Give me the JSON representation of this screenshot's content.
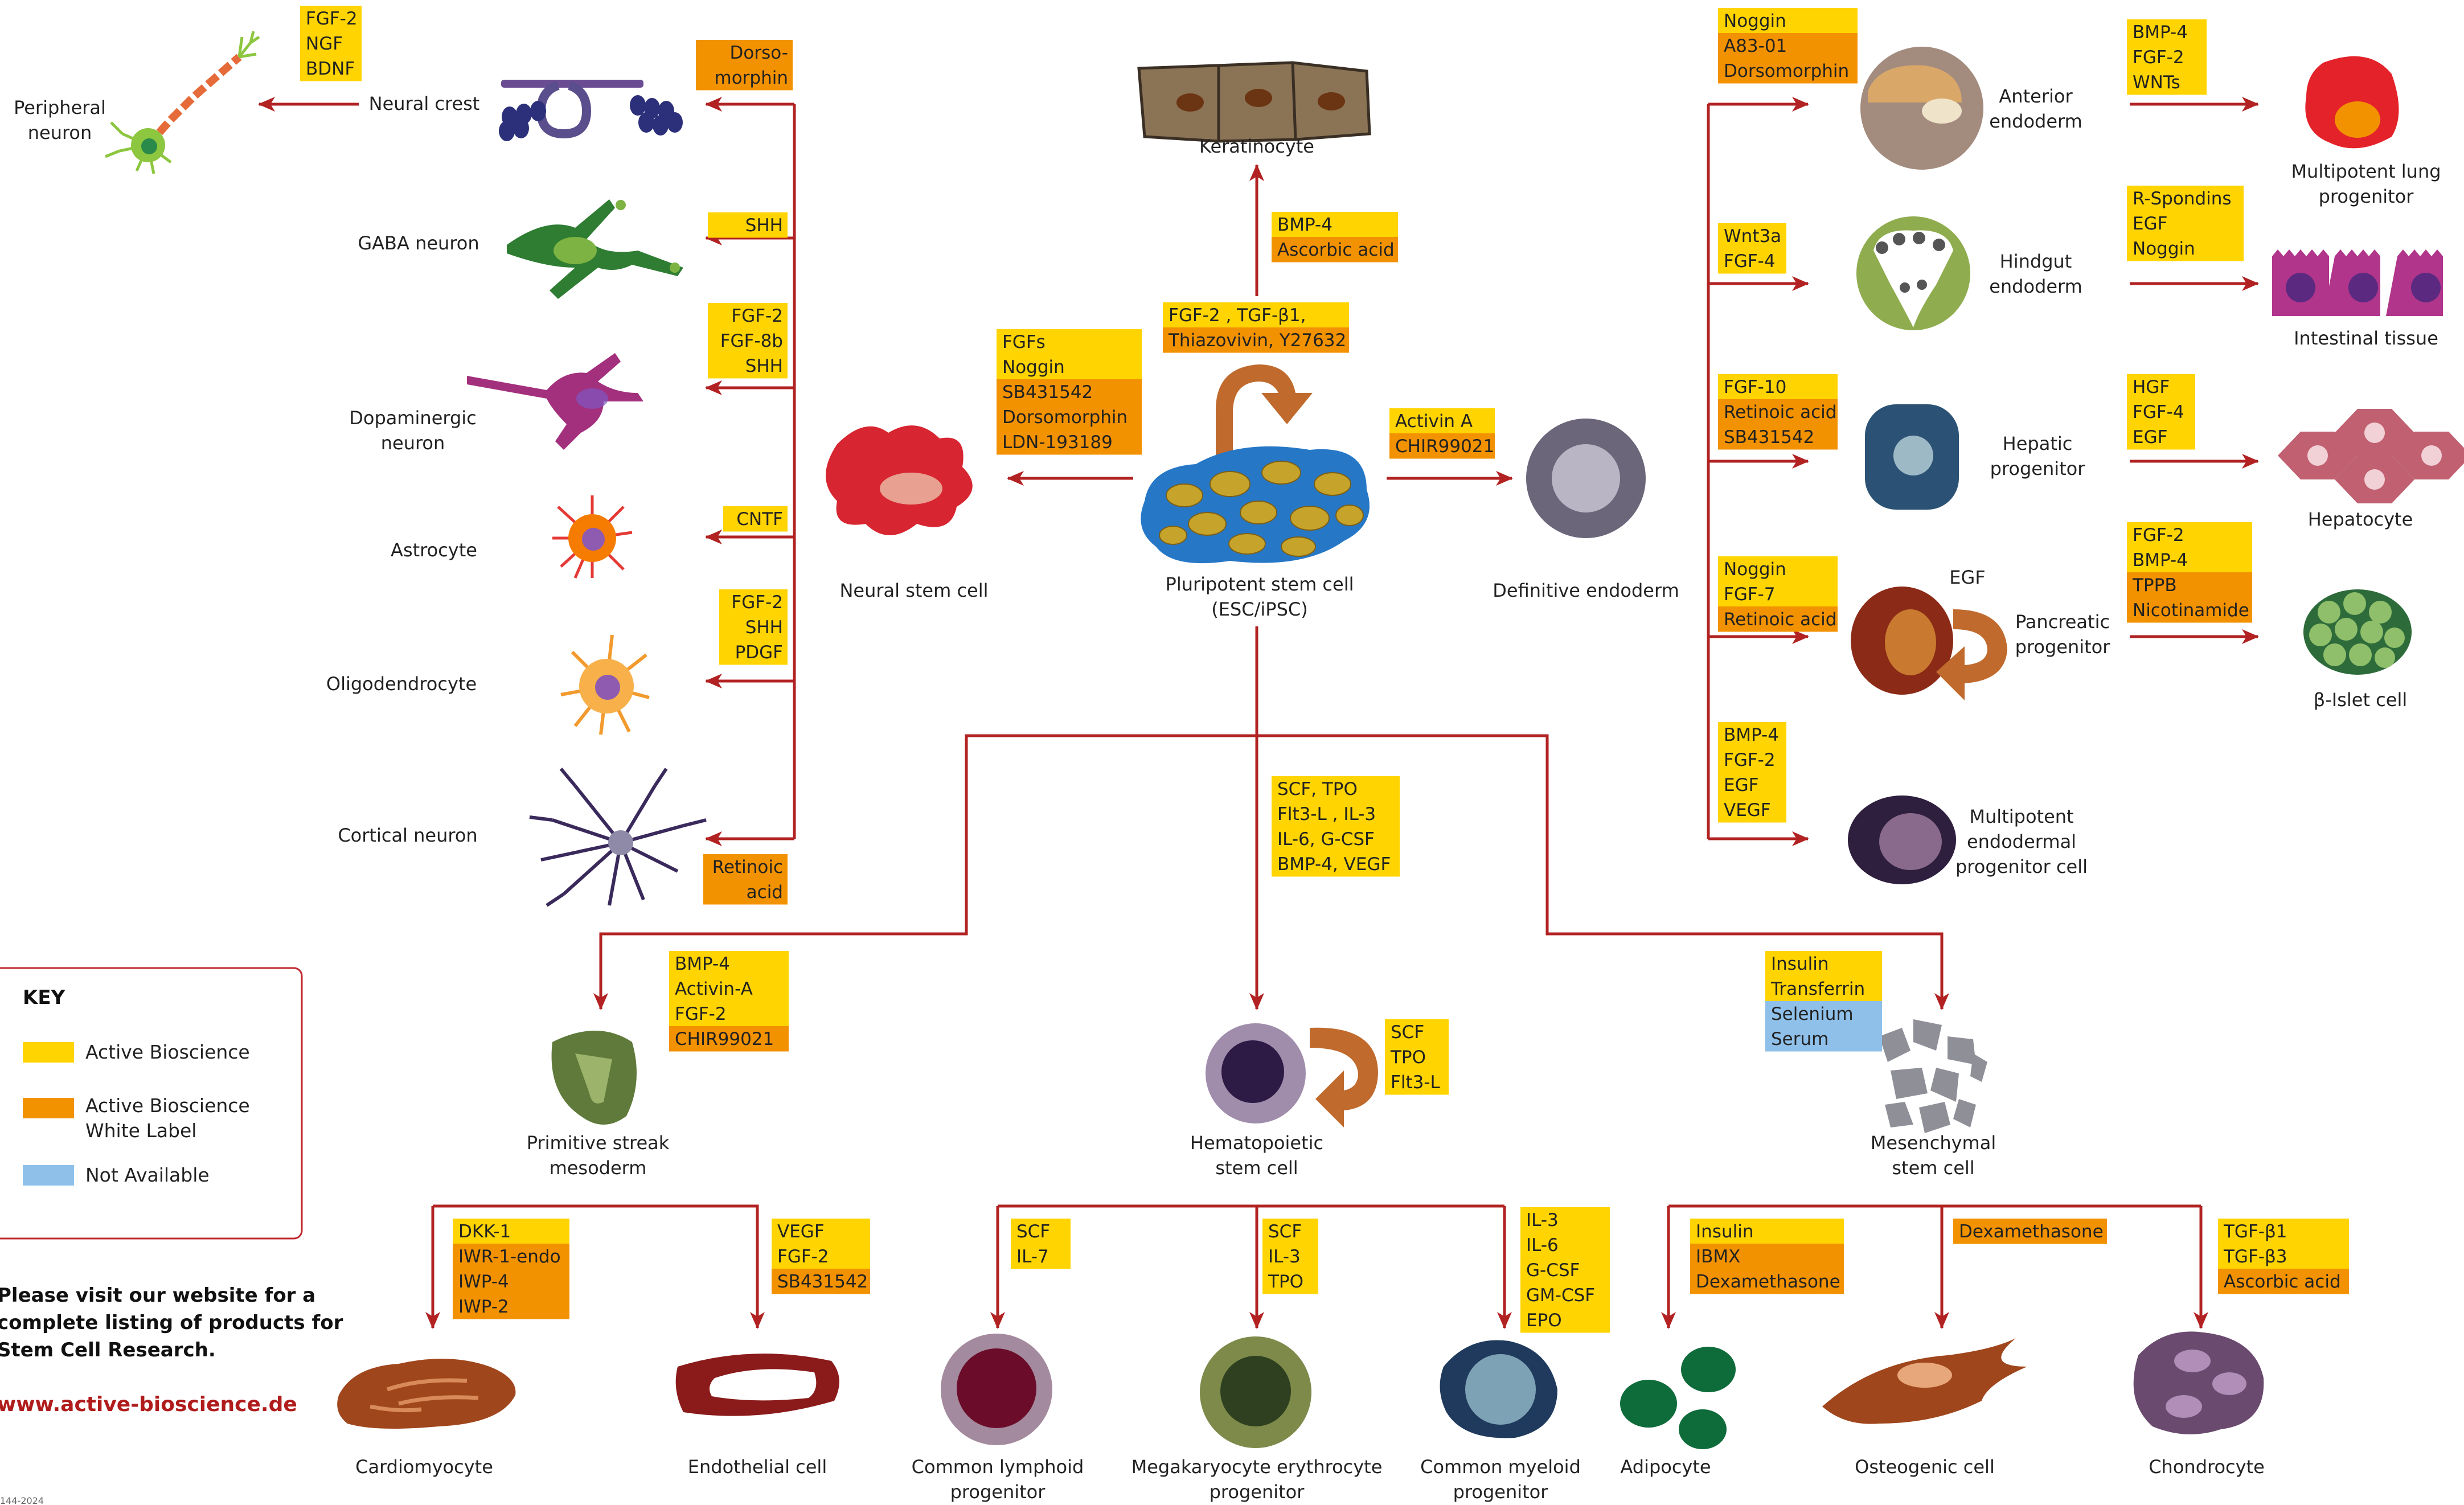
{
  "colors": {
    "arrow": "#b22222",
    "active": "#ffd400",
    "white_label": "#f39200",
    "not_available": "#8ec0ea"
  },
  "key": {
    "title": "KEY",
    "active": "Active Bioscience",
    "white_label_1": "Active Bioscience",
    "white_label_2": "White Label",
    "not_available": "Not Available"
  },
  "footer": {
    "line1": "Please visit our website for a",
    "line2": "complete listing of products for",
    "line3": "Stem Cell Research.",
    "url": "www.active-bioscience.de",
    "code": "144-2024"
  },
  "cells": {
    "peripheral_neuron": [
      "Peripheral",
      "neuron"
    ],
    "neural_crest": [
      "Neural crest"
    ],
    "gaba_neuron": [
      "GABA neuron"
    ],
    "dopaminergic_neuron": [
      "Dopaminergic",
      "neuron"
    ],
    "astrocyte": [
      "Astrocyte"
    ],
    "oligodendrocyte": [
      "Oligodendrocyte"
    ],
    "cortical_neuron": [
      "Cortical neuron"
    ],
    "neural_stem_cell": [
      "Neural stem cell"
    ],
    "keratinocyte": [
      "Keratinocyte"
    ],
    "pluripotent": [
      "Pluripotent stem cell",
      "(ESC/iPSC)"
    ],
    "definitive_endoderm": [
      "Definitive endoderm"
    ],
    "anterior_endoderm": [
      "Anterior",
      "endoderm"
    ],
    "hindgut_endoderm": [
      "Hindgut",
      "endoderm"
    ],
    "hepatic_progenitor": [
      "Hepatic",
      "progenitor"
    ],
    "pancreatic_progenitor": [
      "Pancreatic",
      "progenitor"
    ],
    "multipotent_endodermal": [
      "Multipotent",
      "endodermal",
      "progenitor cell"
    ],
    "lung_progenitor": [
      "Multipotent lung",
      "progenitor"
    ],
    "intestinal_tissue": [
      "Intestinal tissue"
    ],
    "hepatocyte": [
      "Hepatocyte"
    ],
    "beta_islet": [
      "β-Islet cell"
    ],
    "primitive_streak": [
      "Primitive streak",
      "mesoderm"
    ],
    "hematopoietic": [
      "Hematopoietic",
      "stem cell"
    ],
    "mesenchymal": [
      "Mesenchymal",
      "stem cell"
    ],
    "cardiomyocyte": [
      "Cardiomyocyte"
    ],
    "endothelial": [
      "Endothelial cell"
    ],
    "common_lymphoid": [
      "Common lymphoid",
      "progenitor"
    ],
    "mega_erythrocyte": [
      "Megakaryocyte erythrocyte",
      "progenitor"
    ],
    "common_myeloid": [
      "Common myeloid",
      "progenitor"
    ],
    "adipocyte": [
      "Adipocyte"
    ],
    "osteogenic": [
      "Osteogenic cell"
    ],
    "chondrocyte": [
      "Chondrocyte"
    ],
    "egf_label": [
      "EGF"
    ]
  },
  "reagents": {
    "peripheral": [
      [
        "FGF-2",
        "active"
      ],
      [
        "NGF",
        "active"
      ],
      [
        "BDNF",
        "active"
      ]
    ],
    "neural_crest": [
      [
        "Dorso-",
        "white_label"
      ],
      [
        "morphin",
        "white_label"
      ]
    ],
    "gaba": [
      [
        "SHH",
        "active"
      ]
    ],
    "dopaminergic": [
      [
        "FGF-2",
        "active"
      ],
      [
        "FGF-8b",
        "active"
      ],
      [
        "SHH",
        "active"
      ]
    ],
    "astrocyte": [
      [
        "CNTF",
        "active"
      ]
    ],
    "oligodendrocyte": [
      [
        "FGF-2",
        "active"
      ],
      [
        "SHH",
        "active"
      ],
      [
        "PDGF",
        "active"
      ]
    ],
    "cortical": [
      [
        "Retinoic",
        "white_label"
      ],
      [
        "acid",
        "white_label"
      ]
    ],
    "neural_stem": [
      [
        "FGFs",
        "active"
      ],
      [
        "Noggin",
        "active"
      ],
      [
        "SB431542",
        "white_label"
      ],
      [
        "Dorsomorphin",
        "white_label"
      ],
      [
        "LDN-193189",
        "white_label"
      ]
    ],
    "keratinocyte": [
      [
        "BMP-4",
        "active"
      ],
      [
        "Ascorbic acid",
        "white_label"
      ]
    ],
    "pluripotent": [
      [
        "FGF-2 , TGF-β1,",
        "active"
      ],
      [
        "Thiazovivin, Y27632",
        "white_label"
      ]
    ],
    "definitive": [
      [
        "Activin A",
        "active"
      ],
      [
        "CHIR99021",
        "white_label"
      ]
    ],
    "anterior": [
      [
        "Noggin",
        "active"
      ],
      [
        "A83-01",
        "white_label"
      ],
      [
        "Dorsomorphin",
        "white_label"
      ]
    ],
    "hindgut": [
      [
        "Wnt3a",
        "active"
      ],
      [
        "FGF-4",
        "active"
      ]
    ],
    "hepatic": [
      [
        "FGF-10",
        "active"
      ],
      [
        "Retinoic acid",
        "white_label"
      ],
      [
        "SB431542",
        "white_label"
      ]
    ],
    "pancreatic": [
      [
        "Noggin",
        "active"
      ],
      [
        "FGF-7",
        "active"
      ],
      [
        "Retinoic acid",
        "white_label"
      ]
    ],
    "multipotent_endo": [
      [
        "BMP-4",
        "active"
      ],
      [
        "FGF-2",
        "active"
      ],
      [
        "EGF",
        "active"
      ],
      [
        "VEGF",
        "active"
      ]
    ],
    "lung": [
      [
        "BMP-4",
        "active"
      ],
      [
        "FGF-2",
        "active"
      ],
      [
        "WNTs",
        "active"
      ]
    ],
    "intestinal": [
      [
        "R-Spondins",
        "active"
      ],
      [
        "EGF",
        "active"
      ],
      [
        "Noggin",
        "active"
      ]
    ],
    "hepatocyte": [
      [
        "HGF",
        "active"
      ],
      [
        "FGF-4",
        "active"
      ],
      [
        "EGF",
        "active"
      ]
    ],
    "beta": [
      [
        "FGF-2",
        "active"
      ],
      [
        "BMP-4",
        "active"
      ],
      [
        "TPPB",
        "white_label"
      ],
      [
        "Nicotinamide",
        "white_label"
      ]
    ],
    "hema_down": [
      [
        "SCF, TPO",
        "active"
      ],
      [
        "Flt3-L , IL-3",
        "active"
      ],
      [
        "IL-6, G-CSF",
        "active"
      ],
      [
        "BMP-4, VEGF",
        "active"
      ]
    ],
    "primitive": [
      [
        "BMP-4",
        "active"
      ],
      [
        "Activin-A",
        "active"
      ],
      [
        "FGF-2",
        "active"
      ],
      [
        "CHIR99021",
        "white_label"
      ]
    ],
    "hema_self": [
      [
        "SCF",
        "active"
      ],
      [
        "TPO",
        "active"
      ],
      [
        "Flt3-L",
        "active"
      ]
    ],
    "mesenchymal": [
      [
        "Insulin",
        "active"
      ],
      [
        "Transferrin",
        "active"
      ],
      [
        "Selenium",
        "not_available"
      ],
      [
        "Serum",
        "not_available"
      ]
    ],
    "cardio": [
      [
        "DKK-1",
        "active"
      ],
      [
        "IWR-1-endo",
        "white_label"
      ],
      [
        "IWP-4",
        "white_label"
      ],
      [
        "IWP-2",
        "white_label"
      ]
    ],
    "endothelial": [
      [
        "VEGF",
        "active"
      ],
      [
        "FGF-2",
        "active"
      ],
      [
        "SB431542",
        "white_label"
      ]
    ],
    "lymphoid": [
      [
        "SCF",
        "active"
      ],
      [
        "IL-7",
        "active"
      ]
    ],
    "mega": [
      [
        "SCF",
        "active"
      ],
      [
        "IL-3",
        "active"
      ],
      [
        "TPO",
        "active"
      ]
    ],
    "myeloid": [
      [
        "IL-3",
        "active"
      ],
      [
        "IL-6",
        "active"
      ],
      [
        "G-CSF",
        "active"
      ],
      [
        "GM-CSF",
        "active"
      ],
      [
        "EPO",
        "active"
      ]
    ],
    "adipocyte": [
      [
        "Insulin",
        "active"
      ],
      [
        "IBMX",
        "white_label"
      ],
      [
        "Dexamethasone",
        "white_label"
      ]
    ],
    "osteogenic": [
      [
        "Dexamethasone",
        "white_label"
      ]
    ],
    "chondro": [
      [
        "TGF-β1",
        "active"
      ],
      [
        "TGF-β3",
        "active"
      ],
      [
        "Ascorbic acid",
        "white_label"
      ]
    ]
  }
}
